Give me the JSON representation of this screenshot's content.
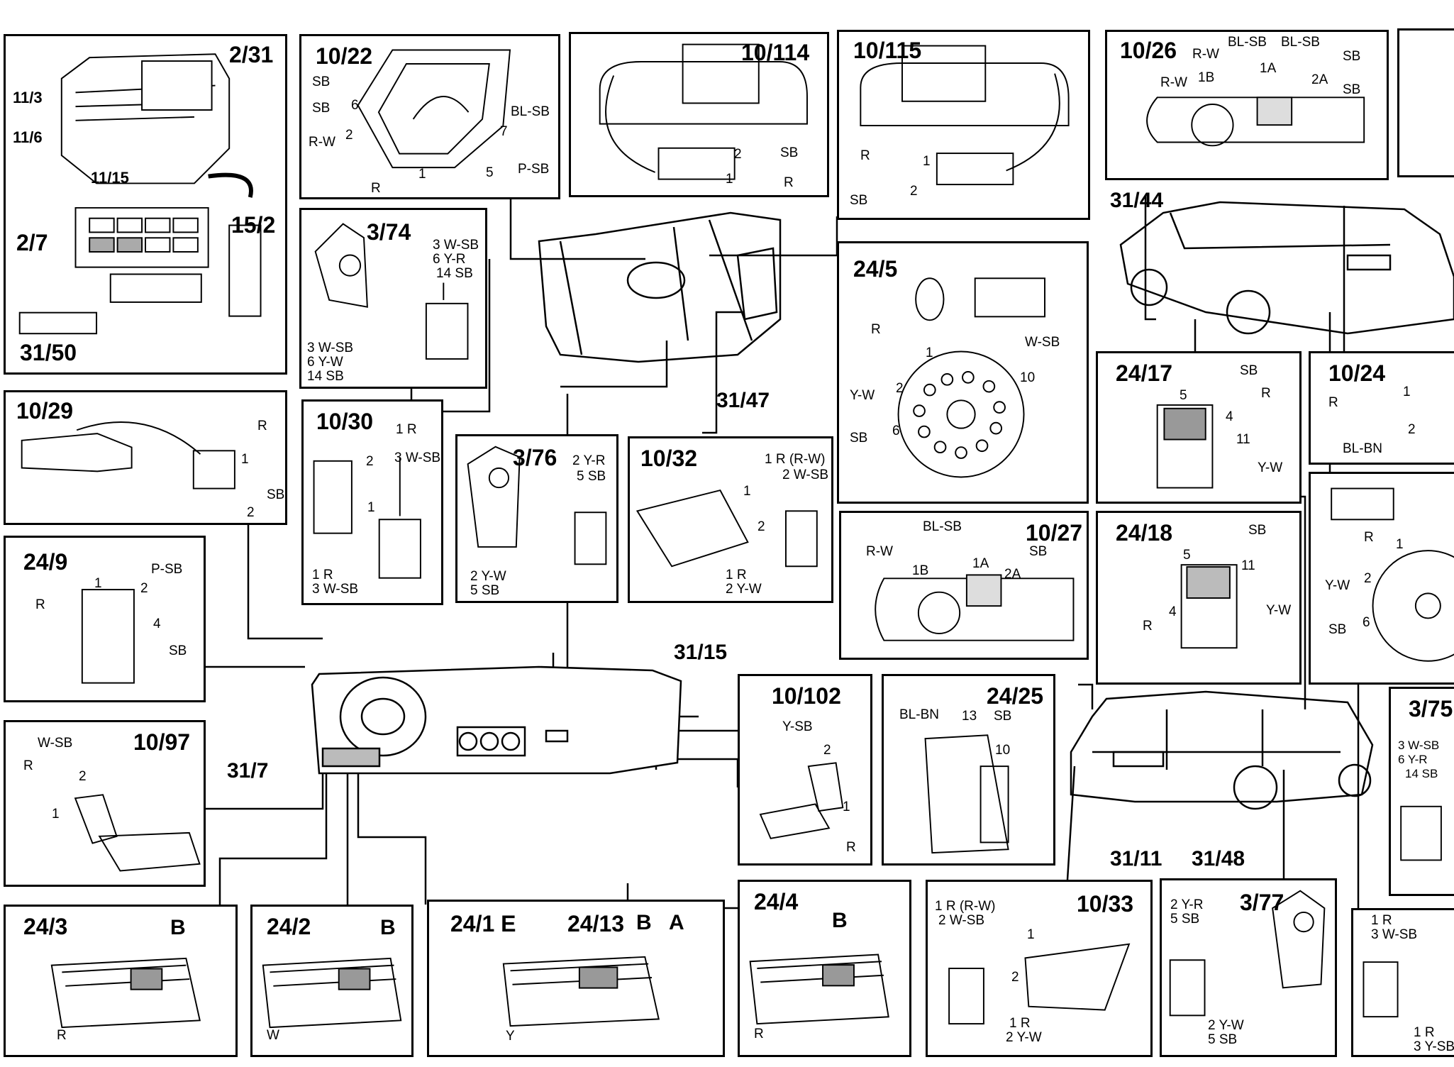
{
  "p_2_31": {
    "title": "2/31",
    "l1": "11/3",
    "l2": "11/6",
    "l3": "11/15",
    "l4": "2/7",
    "l5": "15/2",
    "l6": "31/50"
  },
  "p_10_22": {
    "title": "10/22",
    "sb1": "SB",
    "sb2": "SB",
    "n6": "6",
    "rw": "R-W",
    "n2": "2",
    "r": "R",
    "n1": "1",
    "blsb": "BL-SB",
    "n7": "7",
    "n5": "5",
    "psb": "P-SB"
  },
  "p_10_114": {
    "title": "10/114",
    "n2": "2",
    "sb": "SB",
    "n1": "1",
    "r": "R"
  },
  "p_10_115": {
    "title": "10/115",
    "r": "R",
    "n1": "1",
    "sb": "SB",
    "n2": "2"
  },
  "p_10_26": {
    "title": "10/26",
    "rw1": "R-W",
    "blsb1": "BL-SB",
    "blsb2": "BL-SB",
    "sb1": "SB",
    "rw2": "R-W",
    "n1b": "1B",
    "n1a": "1A",
    "n2a": "2A",
    "sb2": "SB"
  },
  "p_3_74": {
    "title": "3/74",
    "a": "3 W-SB",
    "b": "6 Y-R",
    "c": "14 SB",
    "d": "3 W-SB",
    "e": "6 Y-W",
    "f": "14 SB"
  },
  "p_24_5": {
    "title": "24/5",
    "r": "R",
    "n1": "1",
    "wsb": "W-SB",
    "n10": "10",
    "yw": "Y-W",
    "n2": "2",
    "sb": "SB",
    "n6": "6"
  },
  "p_10_29": {
    "title": "10/29",
    "r": "R",
    "n1": "1",
    "sb": "SB",
    "n2": "2"
  },
  "p_10_30": {
    "title": "10/30",
    "a": "1 R",
    "n2": "2",
    "b": "3 W-SB",
    "n1": "1",
    "c": "1 R",
    "d": "3 W-SB"
  },
  "p_3_76": {
    "title": "3/76",
    "a": "2 Y-R",
    "b": "5 SB",
    "c": "2 Y-W",
    "d": "5 SB"
  },
  "p_10_32": {
    "title": "10/32",
    "a": "1 R (R-W)",
    "b": "2 W-SB",
    "n1": "1",
    "n2": "2",
    "c": "1 R",
    "d": "2 Y-W"
  },
  "p_24_17": {
    "title": "24/17",
    "sb": "SB",
    "n5": "5",
    "r": "R",
    "n4": "4",
    "n11": "11",
    "yw": "Y-W"
  },
  "p_10_24": {
    "title": "10/24",
    "r": "R",
    "n1": "1",
    "n2": "2",
    "blbn": "BL-BN"
  },
  "p_24_9": {
    "title": "24/9",
    "psb": "P-SB",
    "n1": "1",
    "n2": "2",
    "r": "R",
    "n4": "4",
    "sb": "SB"
  },
  "p_10_27": {
    "title": "10/27",
    "blsb": "BL-SB",
    "rw": "R-W",
    "sb": "SB",
    "n1b": "1B",
    "n1a": "1A",
    "n2a": "2A"
  },
  "p_24_18": {
    "title": "24/18",
    "sb": "SB",
    "n5": "5",
    "n11": "11",
    "n4": "4",
    "r": "R",
    "yw": "Y-W"
  },
  "p_24_5b": {
    "r": "R",
    "n1": "1",
    "yw": "Y-W",
    "n2": "2",
    "sb": "SB",
    "n6": "6"
  },
  "p_10_97": {
    "title": "10/97",
    "wsb": "W-SB",
    "r": "R",
    "n2": "2",
    "n1": "1"
  },
  "p_10_102": {
    "title": "10/102",
    "ysb": "Y-SB",
    "n2": "2",
    "n1": "1",
    "r": "R"
  },
  "p_24_25": {
    "title": "24/25",
    "blbn": "BL-BN",
    "n13": "13",
    "sb": "SB",
    "n10": "10"
  },
  "p_3_75": {
    "title": "3/75",
    "a": "3 W-SB",
    "b": "6 Y-R",
    "c": "14 SB"
  },
  "p_24_3": {
    "title": "24/3",
    "b": "B",
    "r": "R"
  },
  "p_24_2": {
    "title": "24/2",
    "b": "B",
    "w": "W"
  },
  "p_24_1": {
    "title1": "24/1 E",
    "title2": "24/13",
    "b": "B",
    "a": "A",
    "y": "Y"
  },
  "p_24_4": {
    "title": "24/4",
    "b": "B",
    "r": "R"
  },
  "p_10_33": {
    "title": "10/33",
    "a": "1 R (R-W)",
    "b": "2 W-SB",
    "n1": "1",
    "n2": "2",
    "c": "1 R",
    "d": "2 Y-W"
  },
  "p_3_77": {
    "title": "3/77",
    "a": "2 Y-R",
    "b": "5 SB",
    "c": "2 Y-W",
    "d": "5 SB"
  },
  "p_last": {
    "a": "1 R",
    "b": "3 W-SB",
    "c": "1 R",
    "d": "3 Y-SB"
  },
  "callouts": {
    "c31_44": "31/44",
    "c31_47": "31/47",
    "c31_15": "31/15",
    "c31_7": "31/7",
    "c31_11": "31/11",
    "c31_48": "31/48"
  }
}
